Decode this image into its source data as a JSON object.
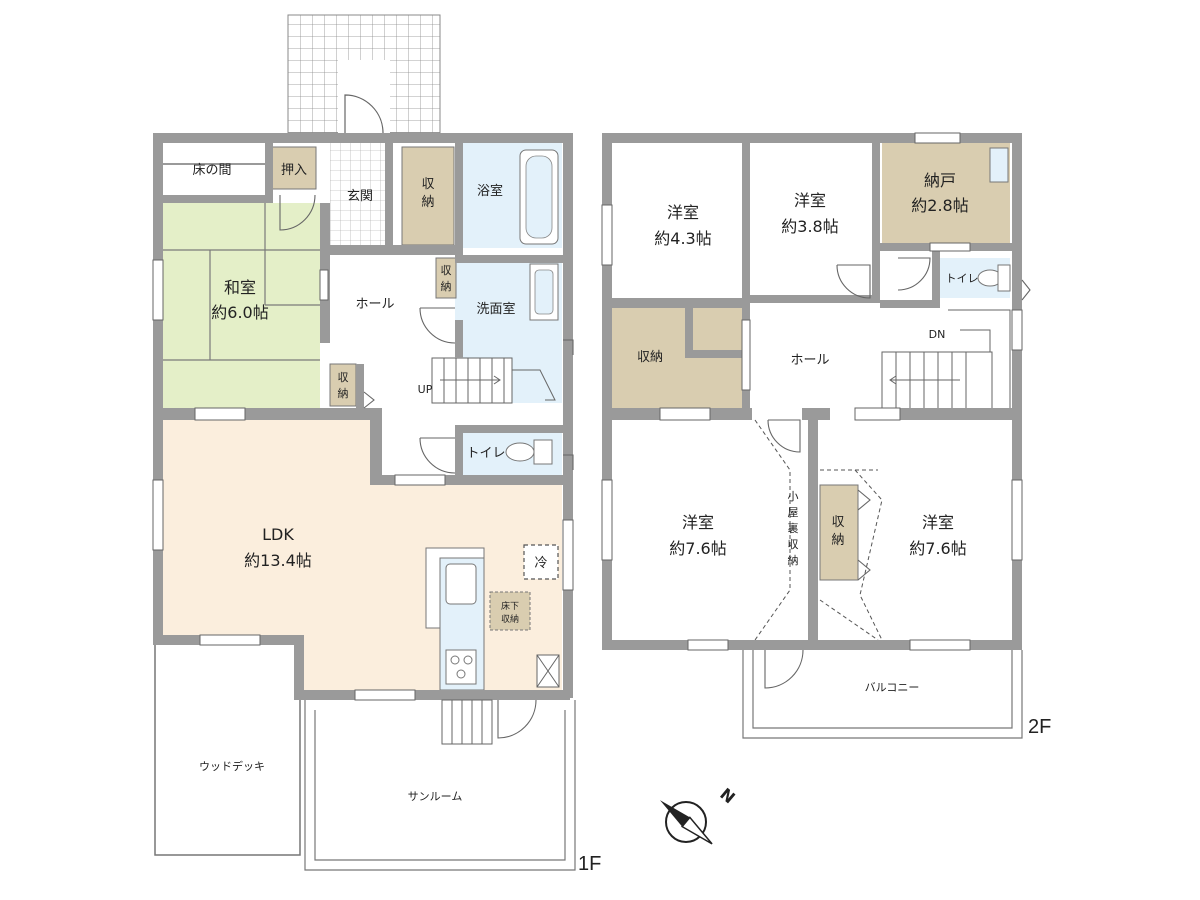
{
  "floor1": {
    "label": "1F",
    "rooms": {
      "tokonoma": "床の間",
      "oshiire": "押入",
      "genkan": "玄関",
      "storage_genkan": [
        "収",
        "納"
      ],
      "bath": "浴室",
      "washroom": "洗面室",
      "storage_hall": [
        "収",
        "納"
      ],
      "washitsu_name": "和室",
      "washitsu_size": "約6.0帖",
      "hall": "ホール",
      "storage_washitsu": [
        "収",
        "納"
      ],
      "up": "UP",
      "toilet": "トイレ",
      "ldk_name": "LDK",
      "ldk_size": "約13.4帖",
      "fridge": "冷",
      "underfloor": [
        "床下",
        "収納"
      ],
      "wood_deck": "ウッドデッキ",
      "sunroom": "サンルーム"
    }
  },
  "floor2": {
    "label": "2F",
    "rooms": {
      "room1_name": "洋室",
      "room1_size": "約4.3帖",
      "room2_name": "洋室",
      "room2_size": "約3.8帖",
      "nando_name": "納戸",
      "nando_size": "約2.8帖",
      "toilet": "トイレ",
      "storage": "収納",
      "hall": "ホール",
      "dn": "DN",
      "room3_name": "洋室",
      "room3_size": "約7.6帖",
      "room4_name": "洋室",
      "room4_size": "約7.6帖",
      "attic": [
        "小",
        "屋",
        "裏",
        "収",
        "納"
      ],
      "closet": [
        "収",
        "納"
      ],
      "balcony": "バルコニー"
    }
  },
  "compass": {
    "north": "N"
  },
  "colors": {
    "wall": "#9a9a9a",
    "washitsu": "#e4efc8",
    "ldk": "#fbeedd",
    "wet_area": "#e3f1fa",
    "storage": "#d9cdb0",
    "tatami_line": "#7a7a7a"
  }
}
